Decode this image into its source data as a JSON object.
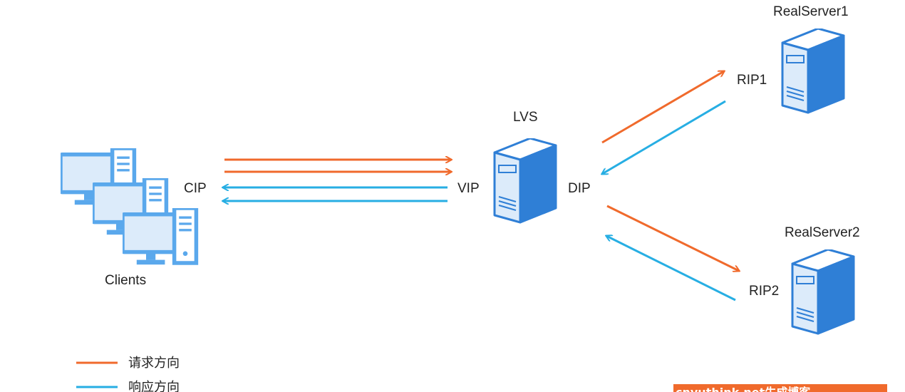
{
  "colors": {
    "request": "#f06a2c",
    "response": "#27aee3",
    "device_stroke": "#2f7fd6",
    "device_fill": "#dcebfa",
    "watermark_bg": "#f06a2c"
  },
  "nodes": {
    "clients": {
      "label": "Clients",
      "icon": "computer-icon",
      "ip": "CIP"
    },
    "lvs": {
      "label": "LVS",
      "icon": "server-icon",
      "vip": "VIP",
      "dip": "DIP"
    },
    "realserver1": {
      "label": "RealServer1",
      "icon": "server-icon",
      "ip": "RIP1"
    },
    "realserver2": {
      "label": "RealServer2",
      "icon": "server-icon",
      "ip": "RIP2"
    }
  },
  "legend": {
    "request": "请求方向",
    "response": "响应方向"
  },
  "watermark": "cnyuthink.net生成博客"
}
